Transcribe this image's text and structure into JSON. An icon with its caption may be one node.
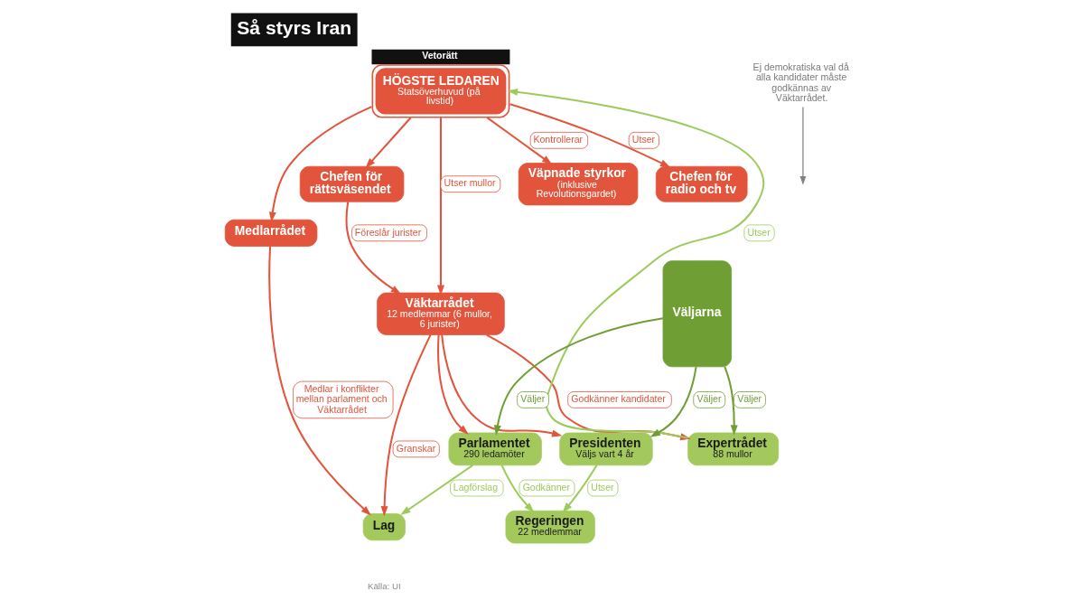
{
  "diagram": {
    "title": "Så styrs Iran",
    "nodes": [
      {
        "text": [
          "HÖGSTE LEDAREN",
          "Statsöverhuvud (på livstid)"
        ],
        "beside": [
          "Vetorätt"
        ]
      },
      {
        "text": [
          "Väpnade styrkor",
          "(inklusive Revolutionsgardet)"
        ]
      },
      {
        "text": [
          "Chefen för radio och tv"
        ]
      },
      {
        "text": [
          "Chefen för rättsväsendet"
        ]
      },
      {
        "text": [
          "Väktarrådet",
          "12 medlemmar (6 mullor, 6 jurister)"
        ]
      },
      {
        "text": [
          "Medlarrådet"
        ]
      },
      {
        "text": [
          "Expertrådet",
          "88 mullor"
        ]
      },
      {
        "text": [
          "Regeringen",
          "22 medlemmar"
        ]
      },
      {
        "text": [
          "Väljarna"
        ]
      },
      {
        "text": [
          "Presidenten",
          "Väljs vart 4 år"
        ]
      },
      {
        "text": [
          "Parlamentet",
          "290 ledamöter"
        ]
      },
      {
        "text": [
          "Lag"
        ]
      },
      {
        "text": [
          "Ej demokratiska val då alla kandidater måste godkännas av Väktarrådet."
        ]
      }
    ],
    "edges": [
      {
        "from": 0,
        "to": 1,
        "arrow": "to",
        "label": "Kontrollerar"
      },
      {
        "from": 0,
        "to": 4,
        "arrow": "to",
        "label": "Utser mullor"
      },
      {
        "from": 0,
        "to": 2,
        "arrow": "to",
        "label": "Utser"
      },
      {
        "from": 0,
        "to": 3,
        "arrow": "to"
      },
      {
        "from": 0,
        "to": 5,
        "arrow": "to"
      },
      {
        "from": 3,
        "to": 4,
        "arrow": "to",
        "label": "Föreslår jurister"
      },
      {
        "from": 6,
        "to": 0,
        "arrow": "to",
        "label": "Utser",
        "color": "#9dcb5b"
      },
      {
        "from": 12,
        "to": null,
        "arrow": "to",
        "color": "#808080"
      },
      {
        "from": 8,
        "to": 6,
        "arrow": "to",
        "label": "Väljer",
        "color": "#6f9e35"
      },
      {
        "from": 8,
        "to": 9,
        "arrow": "to",
        "label": "Väljer",
        "color": "#6f9e35"
      },
      {
        "from": 8,
        "to": 10,
        "arrow": "to",
        "label": "Väljer",
        "color": "#6f9e35"
      },
      {
        "from": 4,
        "to": 6,
        "arrow": "to",
        "label": "Godkänner kandidater"
      },
      {
        "from": 4,
        "to": 9,
        "arrow": "to"
      },
      {
        "from": 4,
        "to": 10,
        "arrow": "to"
      },
      {
        "from": 4,
        "to": 11,
        "arrow": "to",
        "label": "Granskar"
      },
      {
        "from": 9,
        "to": 7,
        "arrow": "to",
        "label": "Utser",
        "color": "#9dcb5b"
      },
      {
        "from": 10,
        "to": 7,
        "arrow": "to",
        "label": "Godkänner",
        "color": "#9dcb5b"
      },
      {
        "from": 10,
        "to": 11,
        "arrow": "to",
        "label": "Lagförslag",
        "color": "#9dcb5b"
      },
      {
        "from": 5,
        "to": 11,
        "arrow": "to",
        "label": "Medlar i konflikter mellan parlament och Väktarrådet"
      }
    ],
    "labels": [
      "Källa: UI"
    ]
  }
}
